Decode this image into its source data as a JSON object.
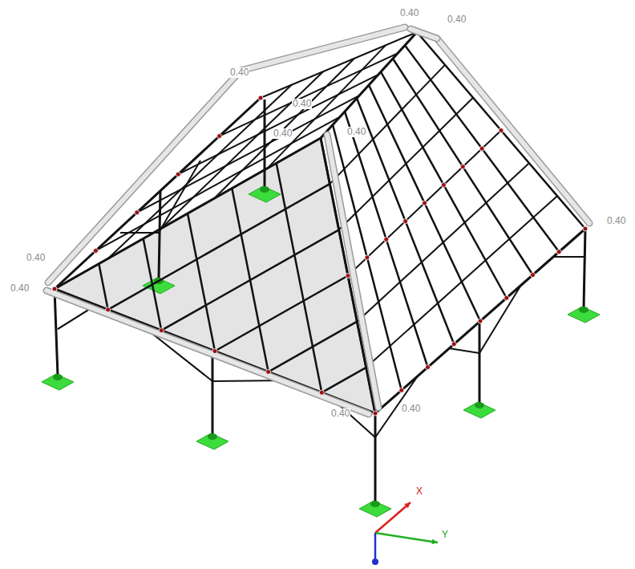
{
  "diagram": {
    "labels": [
      "0.40",
      "0.40",
      "0.40",
      "0.40",
      "0.40",
      "0.40",
      "0.40",
      "0.40",
      "0.40",
      "0.40",
      "0.40",
      "X",
      "Y"
    ]
  }
}
